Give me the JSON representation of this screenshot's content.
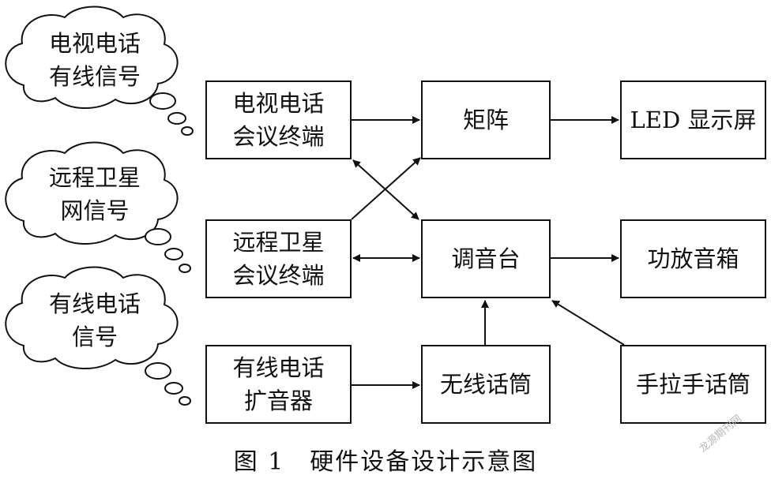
{
  "clouds": {
    "tv_phone_wired": [
      "电视电话",
      "有线信号"
    ],
    "remote_satellite": [
      "远程卫星",
      "网信号"
    ],
    "wired_phone": [
      "有线电话",
      "信号"
    ]
  },
  "boxes": {
    "tv_conference_terminal": [
      "电视电话",
      "会议终端"
    ],
    "satellite_conference_terminal": [
      "远程卫星",
      "会议终端"
    ],
    "wired_phone_amplifier": [
      "有线电话",
      "扩音器"
    ],
    "matrix": "矩阵",
    "mixer": "调音台",
    "wireless_mic": "无线话筒",
    "led_display": "LED 显示屏",
    "amplifier_speakers": "功放音箱",
    "hand_mic": "手拉手话筒"
  },
  "caption": "图 1　硬件设备设计示意图",
  "watermark": "龙源期刊网"
}
